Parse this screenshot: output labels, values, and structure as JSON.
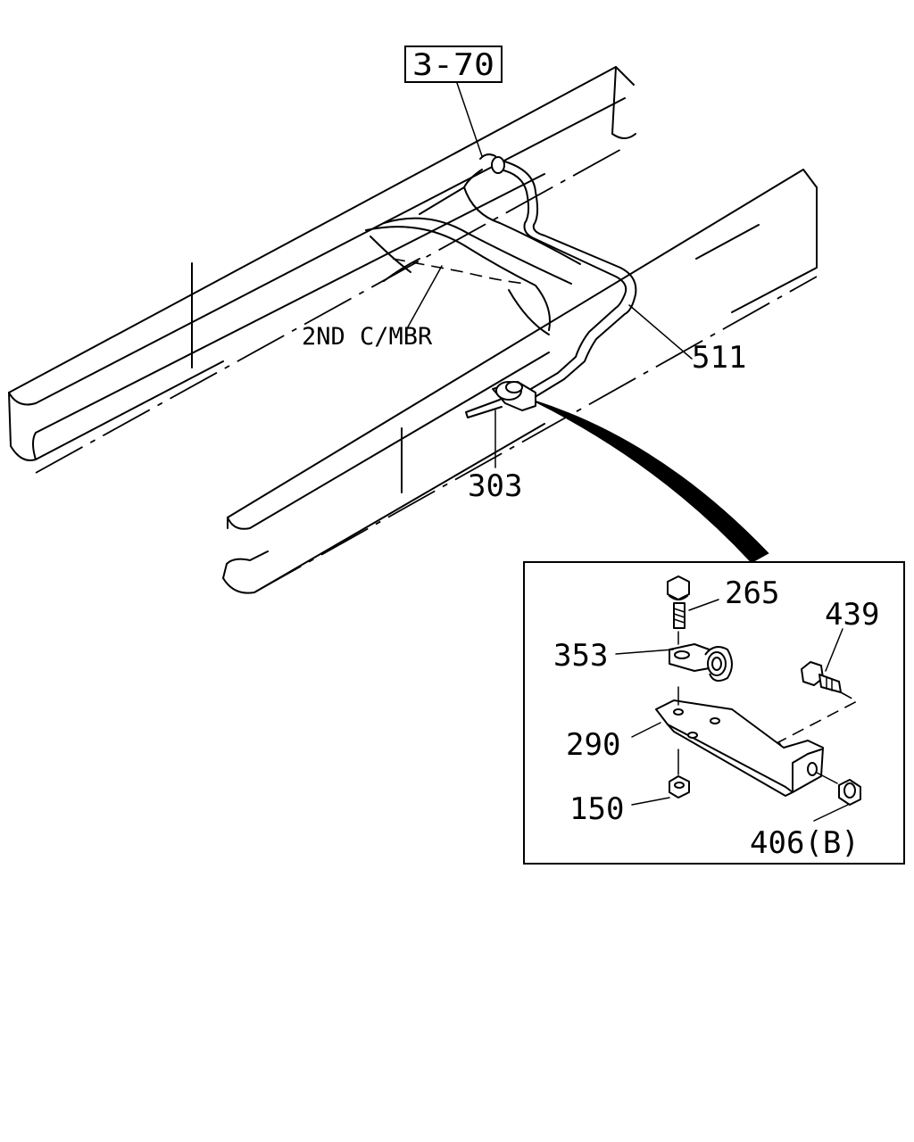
{
  "reference": "3-70",
  "labels": {
    "crossmember": "2ND C/MBR",
    "p511": "511",
    "p303": "303",
    "p265": "265",
    "p439": "439",
    "p353": "353",
    "p290": "290",
    "p150": "150",
    "p406": "406(B)"
  }
}
